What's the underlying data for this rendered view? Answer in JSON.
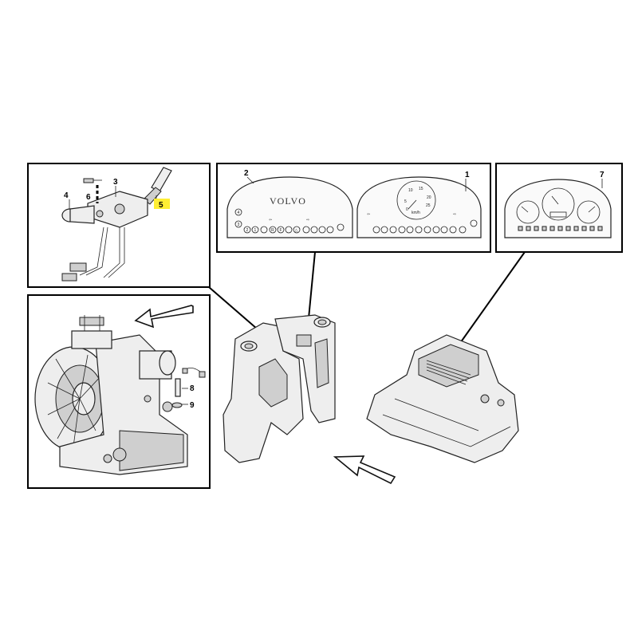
{
  "callouts": {
    "p1": "1",
    "p2": "2",
    "p3": "3",
    "p4": "4",
    "p5": "5",
    "p6": "6",
    "p7": "7",
    "p8": "8",
    "p9": "9"
  },
  "highlight_color": "#ffee33",
  "cluster_left": {
    "brand": "VOLVO",
    "gear_digits": [
      "2",
      "1",
      "R",
      "F"
    ]
  },
  "cluster_right": {
    "dial_ticks": [
      "10",
      "15",
      "20",
      "25",
      "5",
      "0"
    ],
    "unit": "km/h"
  },
  "icons": {
    "left_turn": "left-arrow-indicator-icon",
    "right_turn": "right-arrow-indicator-icon",
    "hazard": "hazard-triangle-icon",
    "pointer_left": "direction-arrow-left-icon",
    "pointer_right": "direction-arrow-right-icon"
  }
}
